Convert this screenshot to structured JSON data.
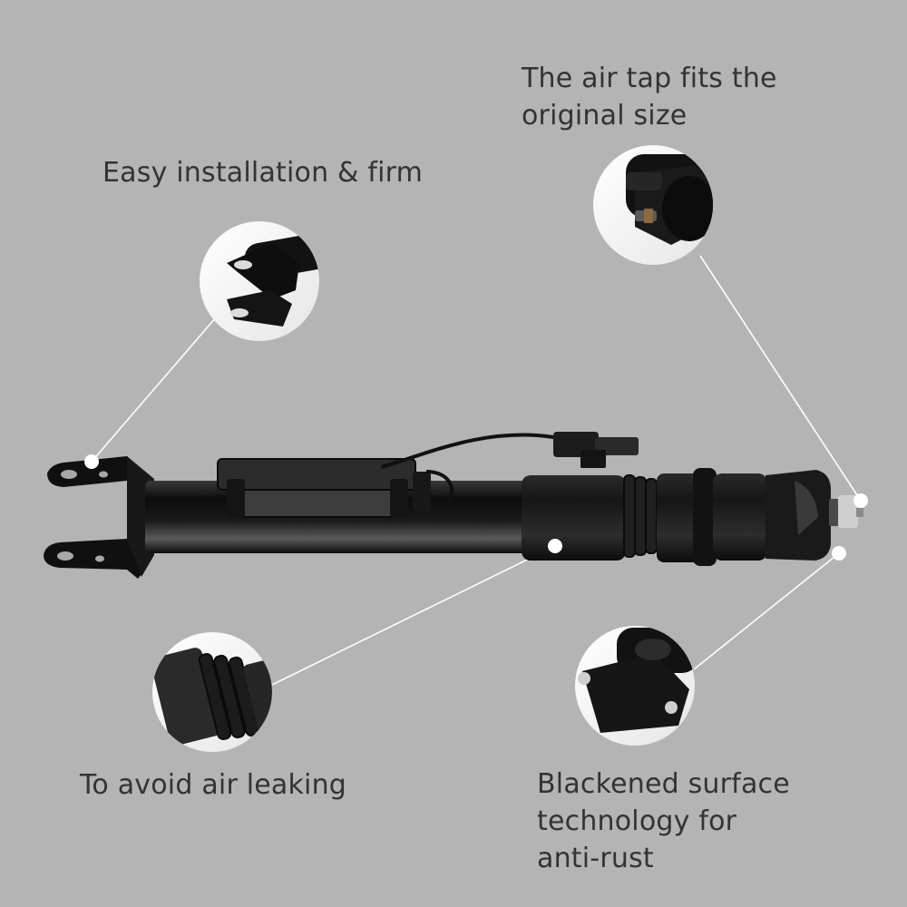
{
  "colors": {
    "background": "#b4b4b4",
    "text": "#333333",
    "callout_line": "#ffffff",
    "product_body": "#141414"
  },
  "callouts": {
    "installation": {
      "label": "Easy installation & firm"
    },
    "air_tap": {
      "lines": [
        "The air tap fits the",
        "original size"
      ]
    },
    "air_leak": {
      "label": "To avoid air leaking"
    },
    "anti_rust": {
      "lines": [
        "Blackened surface",
        "technology for",
        "anti-rust"
      ]
    }
  },
  "icons": [
    "bracket-detail-photo",
    "air-tap-detail-photo",
    "dust-boot-detail-photo",
    "bottom-mount-detail-photo",
    "air-strut-photo"
  ]
}
